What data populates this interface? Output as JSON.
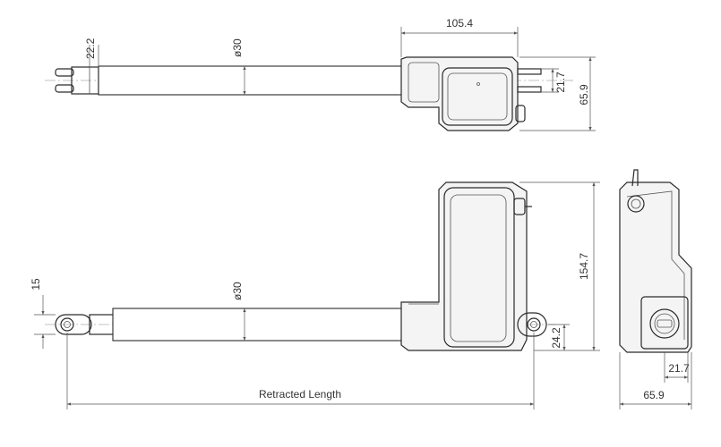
{
  "top_view": {
    "dim_width": "105.4",
    "dim_rod_clevis": "22.2",
    "dim_tube_diameter": "ø30",
    "dim_plug": "21.7",
    "dim_height": "65.9"
  },
  "side_view": {
    "dim_clevis": "15",
    "dim_tube_diameter": "ø30",
    "dim_total_height": "154.7",
    "dim_mount": "24.2",
    "retracted_length_label": "Retracted Length"
  },
  "end_view": {
    "dim_small": "21.7",
    "dim_width": "65.9"
  }
}
